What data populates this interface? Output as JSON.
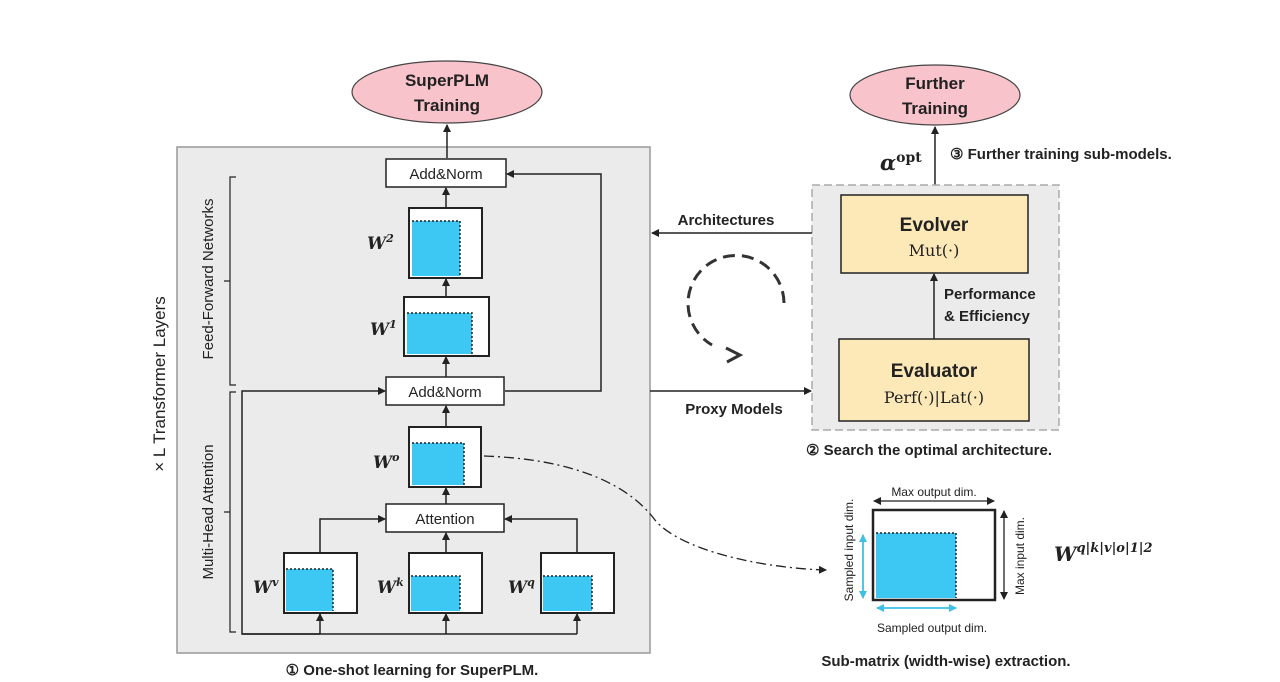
{
  "superplm": {
    "title_line1": "SuperPLM",
    "title_line2": "Training",
    "layers_label": "× L Transformer Layers",
    "ffn_label": "Feed-Forward Networks",
    "mha_label": "Multi-Head Attention",
    "add_norm_top": "Add&Norm",
    "add_norm_mid": "Add&Norm",
    "attention": "Attention",
    "w2_base": "W",
    "w2_sup": "2",
    "w1_base": "W",
    "w1_sup": "1",
    "wo_base": "W",
    "wo_sup": "o",
    "wv_base": "W",
    "wv_sup": "v",
    "wk_base": "W",
    "wk_sup": "k",
    "wq_base": "W",
    "wq_sup": "q",
    "caption": "① One-shot learning for SuperPLM."
  },
  "search": {
    "further_line1": "Further",
    "further_line2": "Training",
    "alpha_base": "α",
    "alpha_sup": "opt",
    "step3": "③ Further training sub-models.",
    "architectures": "Architectures",
    "proxy_models": "Proxy Models",
    "evolver_title": "Evolver",
    "evolver_fn": "Mut(·)",
    "perf_line1": "Performance",
    "perf_line2": "& Efficiency",
    "evaluator_title": "Evaluator",
    "evaluator_fn": "Perf(·)|Lat(·)",
    "caption": "② Search the optimal architecture."
  },
  "submatrix": {
    "max_output": "Max output dim.",
    "max_input": "Max input dim.",
    "sampled_input": "Sampled input dim.",
    "sampled_output": "Sampled output dim.",
    "w_base": "W",
    "w_sup": "q|k|v|o|1|2",
    "caption": "Sub-matrix (width-wise) extraction."
  },
  "colors": {
    "pink": "#f8c3ca",
    "panel_gray": "#ebebeb",
    "cream": "#fde9b8",
    "matrix_blue": "#3cc8f2",
    "arrow_cyan": "#3fbfe5"
  }
}
